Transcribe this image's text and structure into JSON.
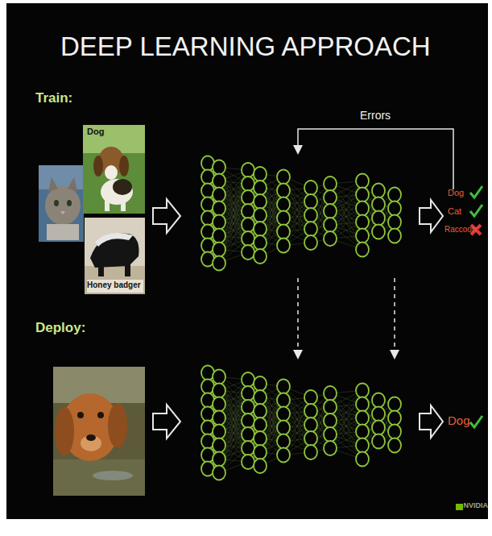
{
  "diagram": {
    "title": "DEEP LEARNING APPROACH",
    "labels": [
      "Train:",
      "Dog",
      "Honey badger",
      "Errors",
      "Dog",
      "Cat",
      "Raccoon",
      "Deploy:",
      "Dog",
      "NVIDIA"
    ]
  }
}
